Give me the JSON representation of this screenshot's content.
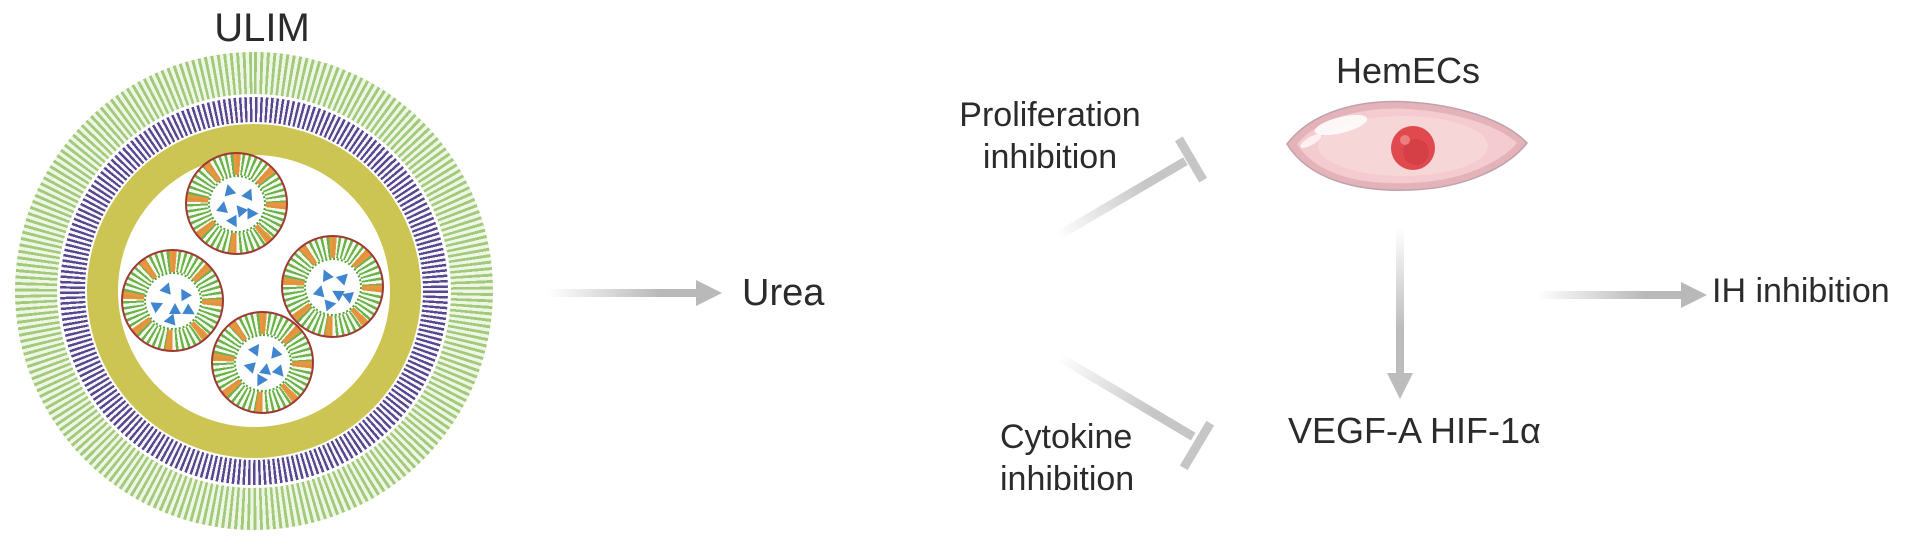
{
  "labels": {
    "ulim": "ULIM",
    "urea": "Urea",
    "proliferation": {
      "line1": "Proliferation",
      "line2": "inhibition"
    },
    "cytokine": {
      "line1": "Cytokine",
      "line2": "inhibition"
    },
    "hemecs": "HemECs",
    "vegf_hif": "VEGF-A HIF-1α",
    "ih": "IH inhibition"
  },
  "nanoparticle": {
    "name": "ULIM",
    "inner_micelle_count": 4,
    "cargo_triangles_per_micelle": 6
  },
  "edges": [
    {
      "from": "ULIM",
      "to": "Urea",
      "type": "arrow"
    },
    {
      "from": "Proliferation inhibition",
      "to": "HemECs",
      "type": "inhibition-tbar"
    },
    {
      "from": "Cytokine inhibition",
      "to": "VEGF-A HIF-1α",
      "type": "inhibition-tbar"
    },
    {
      "from": "HemECs",
      "to": "VEGF-A HIF-1α",
      "type": "arrow"
    },
    {
      "from": "HemECs",
      "to": "IH inhibition",
      "type": "arrow"
    }
  ],
  "colors": {
    "corona_green": "#a3c97b",
    "membrane_purple": "#57478f",
    "shell_yellow": "#cdc553",
    "micelle_ring_red": "#9e3a33",
    "micelle_spoke_green": "#6cb24a",
    "micelle_spoke_orange": "#e6913a",
    "cargo_blue": "#3f86cf",
    "cell_pink": "#f2c9cd",
    "nucleus_red": "#e0494d",
    "arrow_gray": "#bcbcbc",
    "text_dark": "#2b2b2b"
  }
}
